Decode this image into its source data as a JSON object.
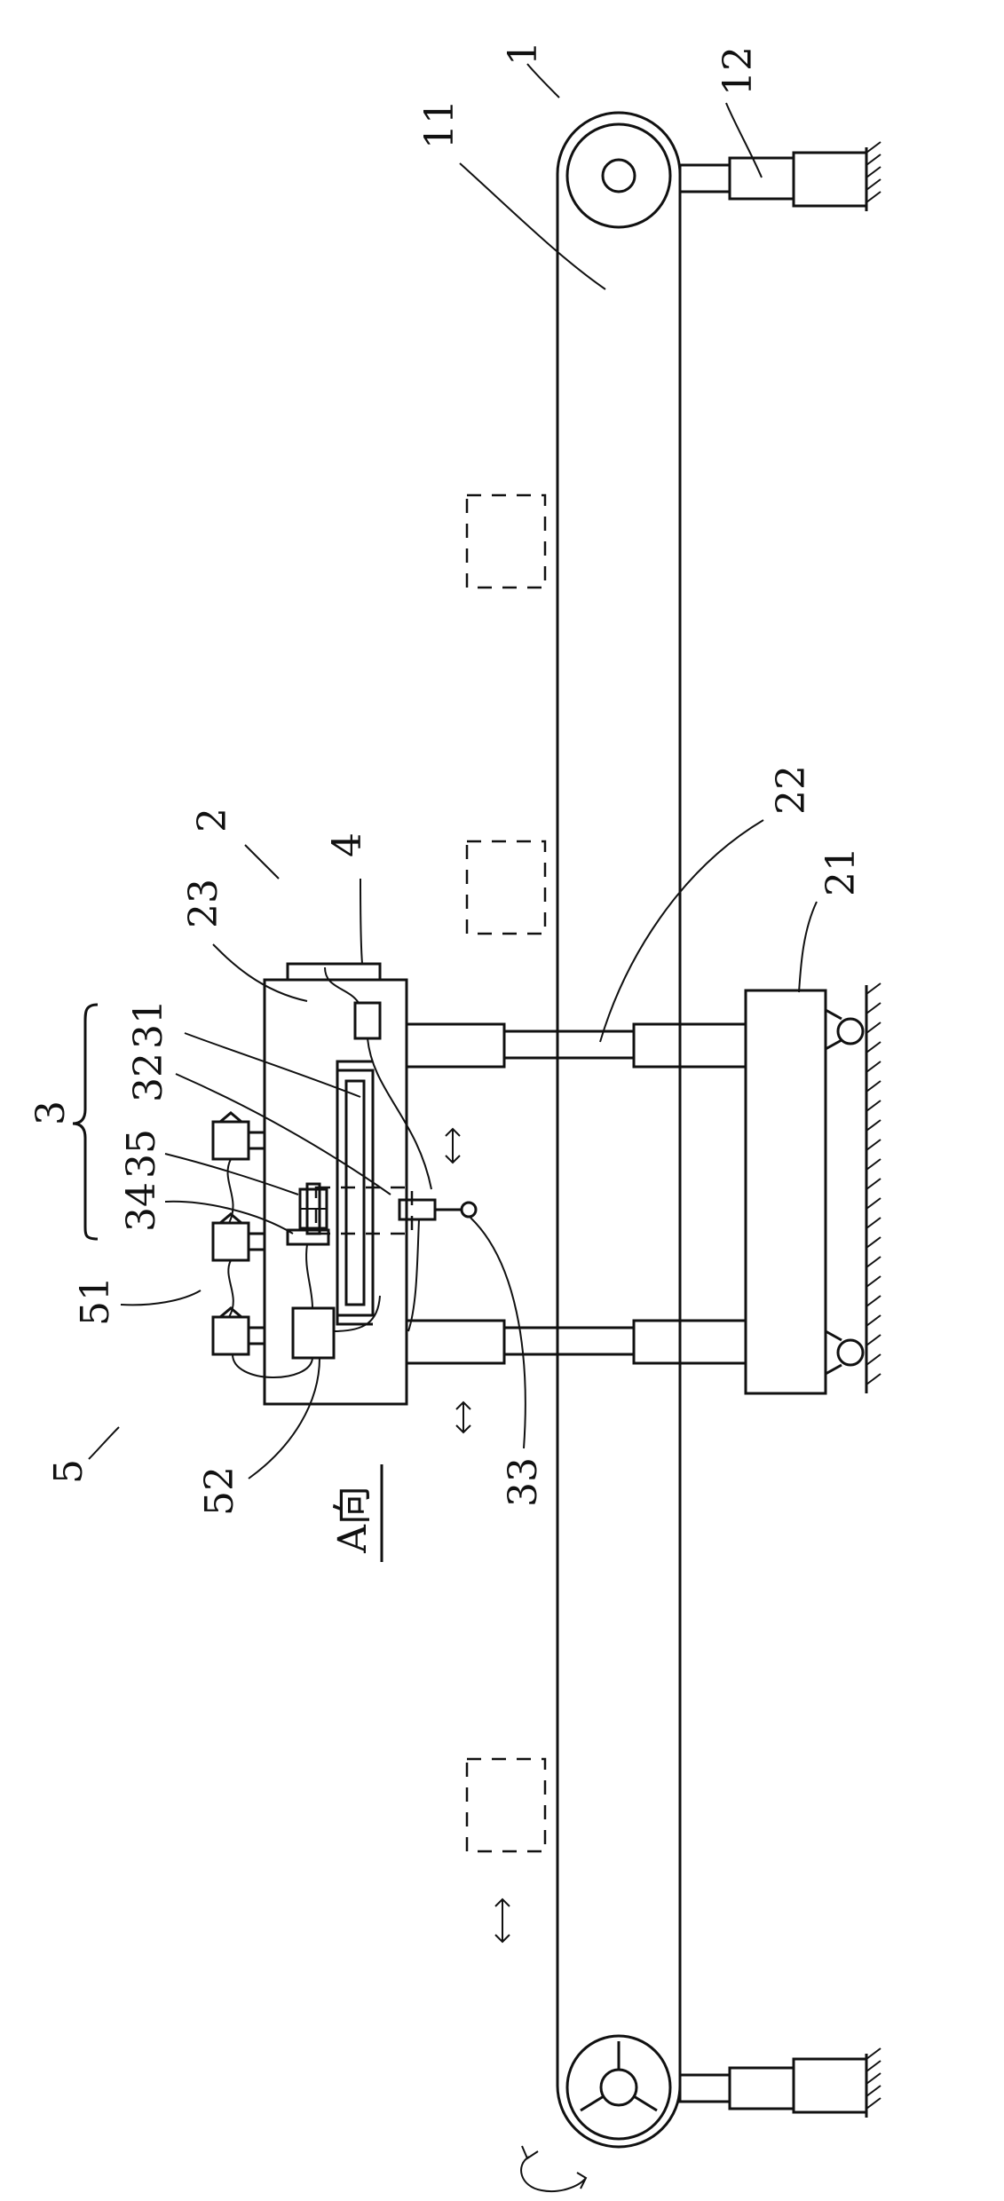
{
  "diagram": {
    "labels": {
      "l1": "1",
      "l11": "11",
      "l12": "12",
      "l2": "2",
      "l21": "21",
      "l22": "22",
      "l23": "23",
      "l3": "3",
      "l31": "31",
      "l32": "32",
      "l33": "33",
      "l34": "34",
      "l35": "35",
      "l4": "4",
      "l5": "5",
      "l51": "51",
      "l52": "52",
      "view_a": "A向"
    }
  }
}
